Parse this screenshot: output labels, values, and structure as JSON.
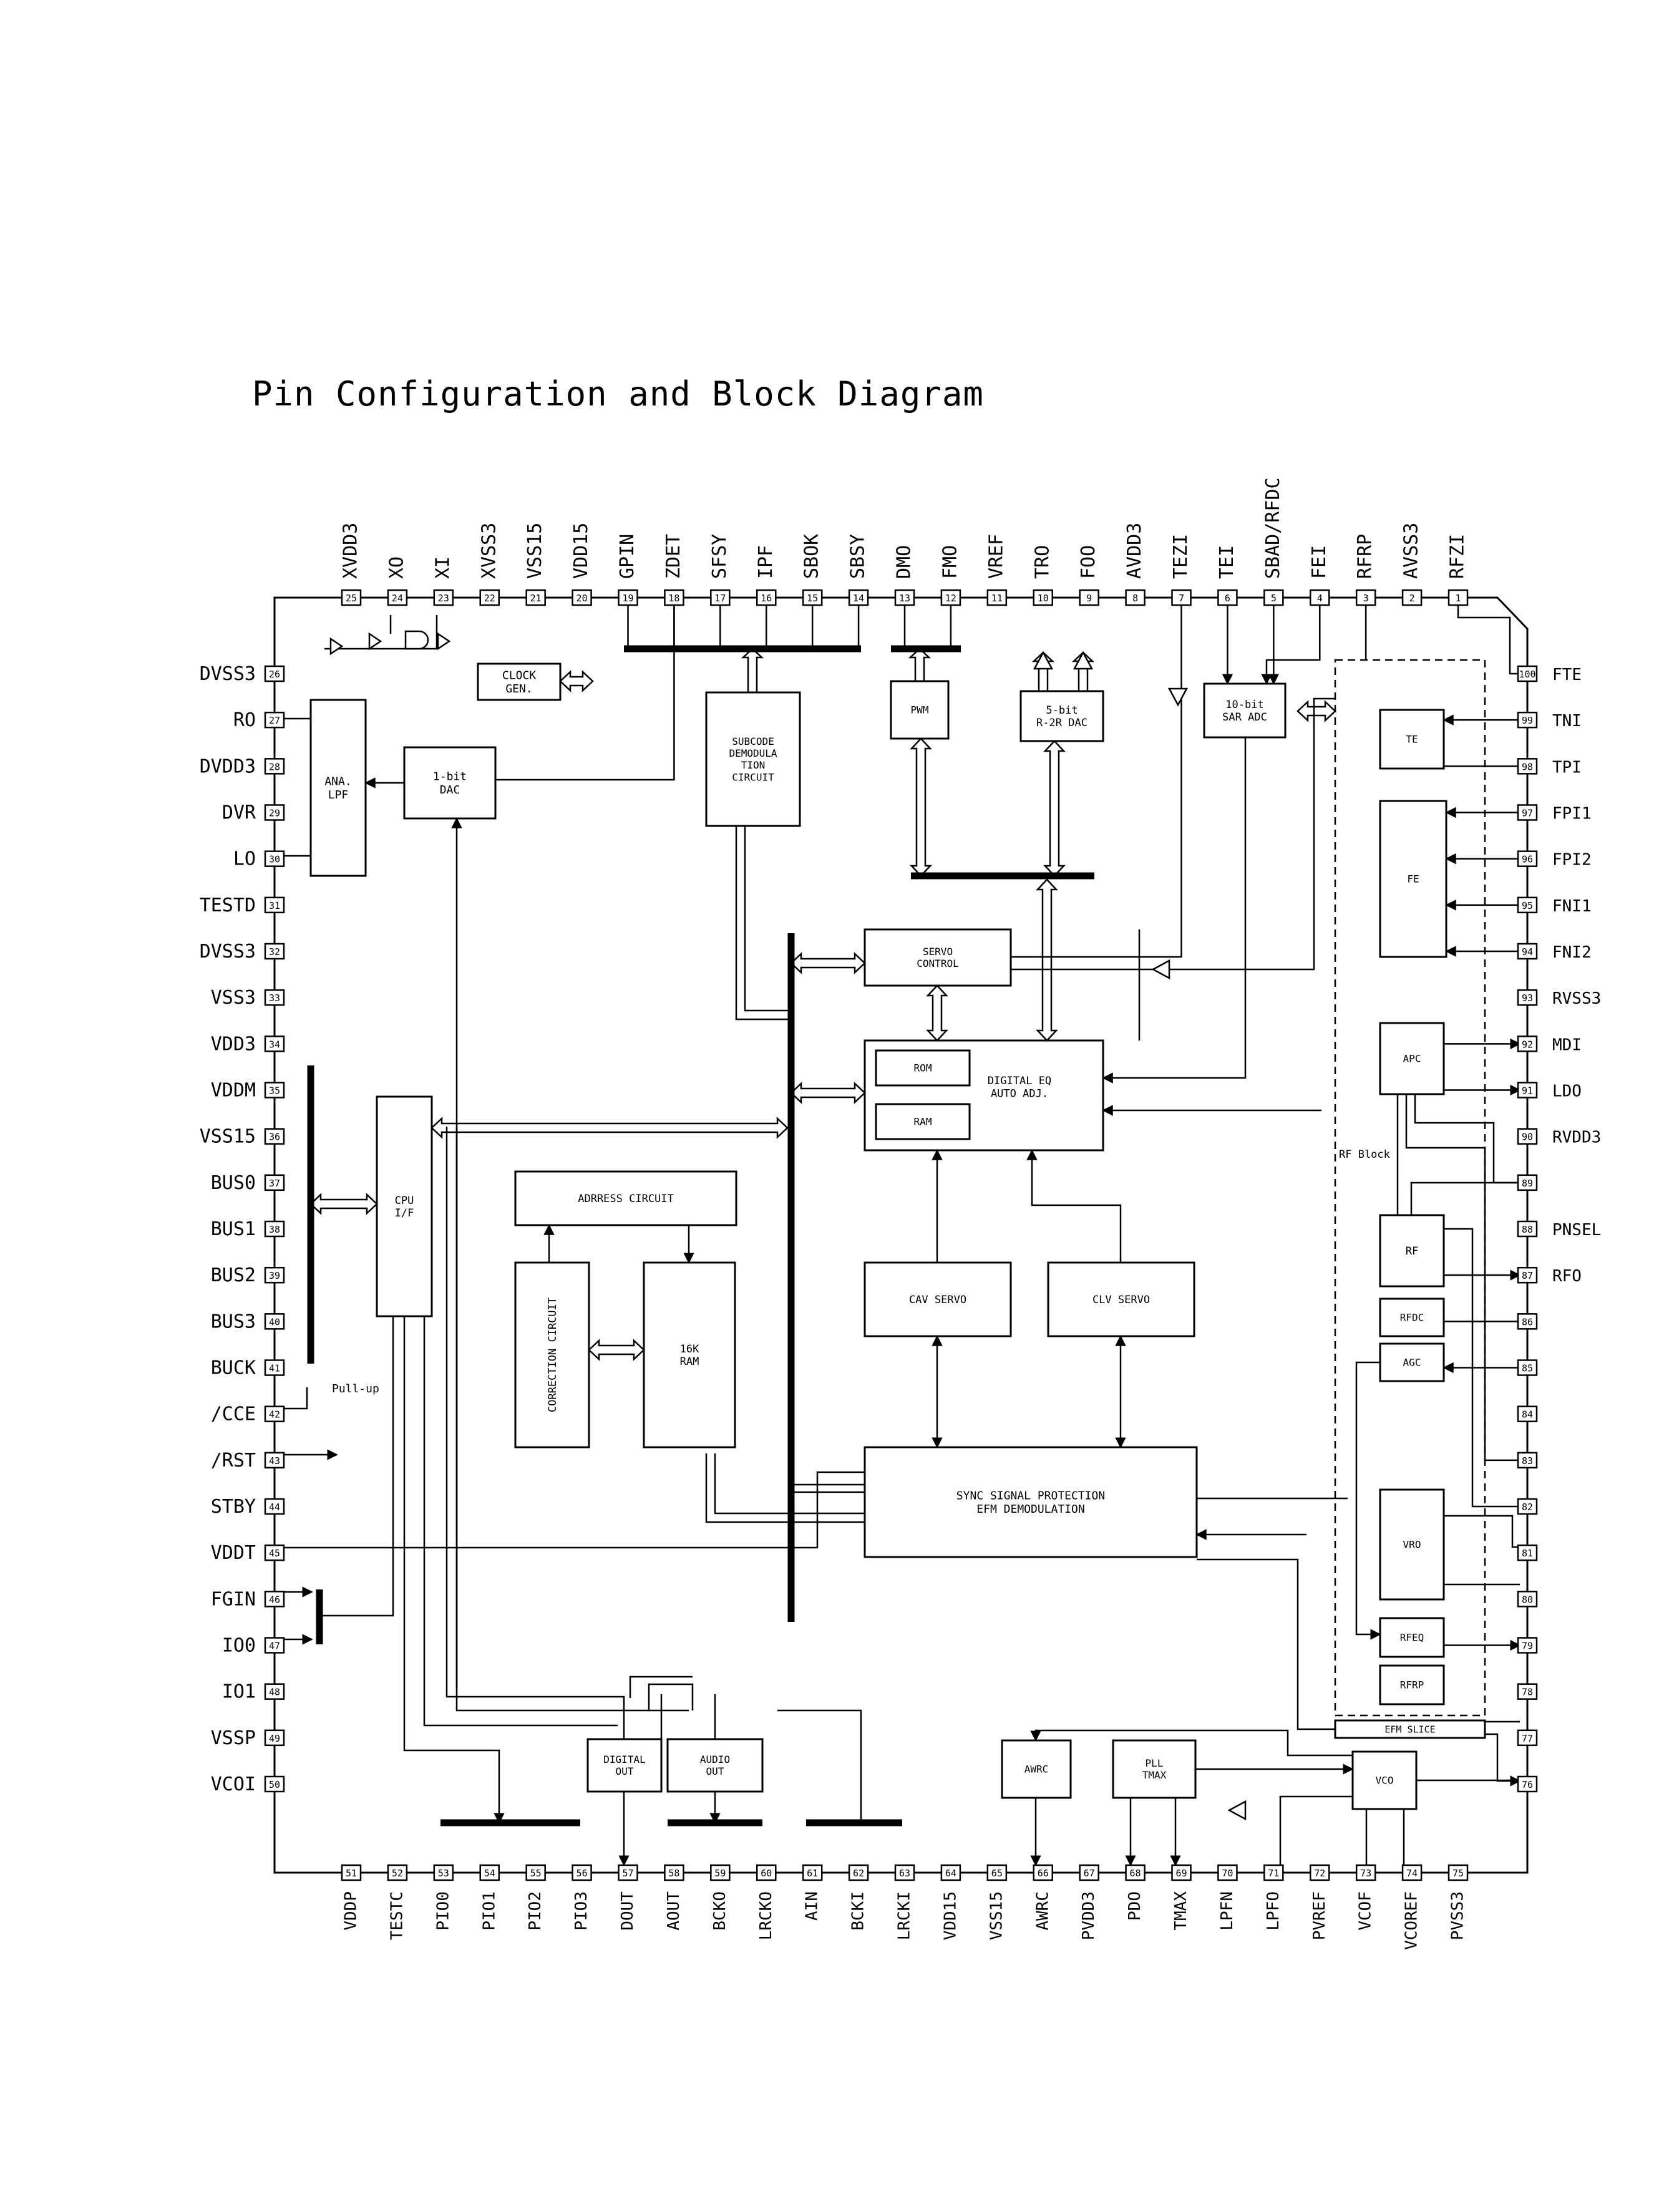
{
  "title": "Pin Configuration and Block Diagram",
  "pins": {
    "top": [
      {
        "n": "25",
        "name": "XVDD3"
      },
      {
        "n": "24",
        "name": "XO"
      },
      {
        "n": "23",
        "name": "XI"
      },
      {
        "n": "22",
        "name": "XVSS3"
      },
      {
        "n": "21",
        "name": "VSS15"
      },
      {
        "n": "20",
        "name": "VDD15"
      },
      {
        "n": "19",
        "name": "GPIN"
      },
      {
        "n": "18",
        "name": "ZDET"
      },
      {
        "n": "17",
        "name": "SFSY"
      },
      {
        "n": "16",
        "name": "IPF"
      },
      {
        "n": "15",
        "name": "SBOK"
      },
      {
        "n": "14",
        "name": "SBSY"
      },
      {
        "n": "13",
        "name": "DMO"
      },
      {
        "n": "12",
        "name": "FMO"
      },
      {
        "n": "11",
        "name": "VREF"
      },
      {
        "n": "10",
        "name": "TRO"
      },
      {
        "n": "9",
        "name": "FOO"
      },
      {
        "n": "8",
        "name": "AVDD3"
      },
      {
        "n": "7",
        "name": "TEZI"
      },
      {
        "n": "6",
        "name": "TEI"
      },
      {
        "n": "5",
        "name": "SBAD/RFDC"
      },
      {
        "n": "4",
        "name": "FEI"
      },
      {
        "n": "3",
        "name": "RFRP"
      },
      {
        "n": "2",
        "name": "AVSS3"
      },
      {
        "n": "1",
        "name": "RFZI"
      }
    ],
    "left": [
      {
        "n": "26",
        "name": "DVSS3"
      },
      {
        "n": "27",
        "name": "RO"
      },
      {
        "n": "28",
        "name": "DVDD3"
      },
      {
        "n": "29",
        "name": "DVR"
      },
      {
        "n": "30",
        "name": "LO"
      },
      {
        "n": "31",
        "name": "TESTD"
      },
      {
        "n": "32",
        "name": "DVSS3"
      },
      {
        "n": "33",
        "name": "VSS3"
      },
      {
        "n": "34",
        "name": "VDD3"
      },
      {
        "n": "35",
        "name": "VDDM"
      },
      {
        "n": "36",
        "name": "VSS15"
      },
      {
        "n": "37",
        "name": "BUS0"
      },
      {
        "n": "38",
        "name": "BUS1"
      },
      {
        "n": "39",
        "name": "BUS2"
      },
      {
        "n": "40",
        "name": "BUS3"
      },
      {
        "n": "41",
        "name": "BUCK"
      },
      {
        "n": "42",
        "name": "/CCE"
      },
      {
        "n": "43",
        "name": "/RST"
      },
      {
        "n": "44",
        "name": "STBY"
      },
      {
        "n": "45",
        "name": "VDDT"
      },
      {
        "n": "46",
        "name": "FGIN"
      },
      {
        "n": "47",
        "name": "IO0"
      },
      {
        "n": "48",
        "name": "IO1"
      },
      {
        "n": "49",
        "name": "VSSP"
      },
      {
        "n": "50",
        "name": "VCOI"
      }
    ],
    "bottom": [
      {
        "n": "51",
        "name": "VDDP"
      },
      {
        "n": "52",
        "name": "TESTC"
      },
      {
        "n": "53",
        "name": "PIO0"
      },
      {
        "n": "54",
        "name": "PIO1"
      },
      {
        "n": "55",
        "name": "PIO2"
      },
      {
        "n": "56",
        "name": "PIO3"
      },
      {
        "n": "57",
        "name": "DOUT"
      },
      {
        "n": "58",
        "name": "AOUT"
      },
      {
        "n": "59",
        "name": "BCKO"
      },
      {
        "n": "60",
        "name": "LRCKO"
      },
      {
        "n": "61",
        "name": "AIN"
      },
      {
        "n": "62",
        "name": "BCKI"
      },
      {
        "n": "63",
        "name": "LRCKI"
      },
      {
        "n": "64",
        "name": "VDD15"
      },
      {
        "n": "65",
        "name": "VSS15"
      },
      {
        "n": "66",
        "name": "AWRC"
      },
      {
        "n": "67",
        "name": "PVDD3"
      },
      {
        "n": "68",
        "name": "PDO"
      },
      {
        "n": "69",
        "name": "TMAX"
      },
      {
        "n": "70",
        "name": "LPFN"
      },
      {
        "n": "71",
        "name": "LPFO"
      },
      {
        "n": "72",
        "name": "PVREF"
      },
      {
        "n": "73",
        "name": "VCOF"
      },
      {
        "n": "74",
        "name": "VCOREF"
      },
      {
        "n": "75",
        "name": "PVSS3"
      }
    ],
    "right": [
      {
        "n": "100",
        "name": "FTE"
      },
      {
        "n": "99",
        "name": "TNI"
      },
      {
        "n": "98",
        "name": "TPI"
      },
      {
        "n": "97",
        "name": "FPI1"
      },
      {
        "n": "96",
        "name": "FPI2"
      },
      {
        "n": "95",
        "name": "FNI1"
      },
      {
        "n": "94",
        "name": "FNI2"
      },
      {
        "n": "93",
        "name": "RVSS3"
      },
      {
        "n": "92",
        "name": "MDI"
      },
      {
        "n": "91",
        "name": "LDO"
      },
      {
        "n": "90",
        "name": "RVDD3"
      },
      {
        "n": "89",
        "name": ""
      },
      {
        "n": "88",
        "name": "PNSEL"
      },
      {
        "n": "87",
        "name": "RFO"
      },
      {
        "n": "86",
        "name": ""
      },
      {
        "n": "85",
        "name": ""
      },
      {
        "n": "84",
        "name": ""
      },
      {
        "n": "83",
        "name": ""
      },
      {
        "n": "82",
        "name": ""
      },
      {
        "n": "81",
        "name": ""
      },
      {
        "n": "80",
        "name": ""
      },
      {
        "n": "79",
        "name": ""
      },
      {
        "n": "78",
        "name": ""
      },
      {
        "n": "77",
        "name": ""
      },
      {
        "n": "76",
        "name": ""
      }
    ]
  },
  "blocks": {
    "clock_gen": [
      "CLOCK",
      "GEN."
    ],
    "ana_lpf": [
      "ANA.",
      "LPF"
    ],
    "dac_1bit": [
      "1-bit",
      "DAC"
    ],
    "subcode": [
      "SUBCODE",
      "DEMODULA",
      "TION",
      "CIRCUIT"
    ],
    "pwm": [
      "PWM"
    ],
    "dac_5bit": [
      "5-bit",
      "R-2R DAC"
    ],
    "sar_adc": [
      "10-bit",
      "SAR ADC"
    ],
    "servo_control": [
      "SERVO",
      "CONTROL"
    ],
    "digital_eq": [
      "DIGITAL EQ",
      "AUTO ADJ."
    ],
    "rom": [
      "ROM"
    ],
    "ram": [
      "RAM"
    ],
    "cpu_if": [
      "CPU",
      "I/F"
    ],
    "address_circuit": [
      "ADRRESS CIRCUIT"
    ],
    "correction_circuit": [
      "CORRECTION CIRCUIT"
    ],
    "ram_16k": [
      "16K",
      "RAM"
    ],
    "cav_servo": [
      "CAV SERVO"
    ],
    "clv_servo": [
      "CLV SERVO"
    ],
    "sync_protection": [
      "SYNC SIGNAL PROTECTION",
      "EFM DEMODULATION"
    ],
    "digital_out": [
      "DIGITAL",
      "OUT"
    ],
    "audio_out": [
      "AUDIO",
      "OUT"
    ],
    "awrc": [
      "AWRC"
    ],
    "pll_tmax": [
      "PLL",
      "TMAX"
    ],
    "vco": [
      "VCO"
    ],
    "efm_slice": [
      "EFM SLICE"
    ],
    "te": [
      "TE"
    ],
    "fe": [
      "FE"
    ],
    "apc": [
      "APC"
    ],
    "rf": [
      "RF"
    ],
    "rfdc": [
      "RFDC"
    ],
    "agc": [
      "AGC"
    ],
    "vro": [
      "VRO"
    ],
    "rfeq": [
      "RFEQ"
    ],
    "rfrp": [
      "RFRP"
    ]
  },
  "labels": {
    "rf_block": "RF Block",
    "pull_up": "Pull-up"
  }
}
